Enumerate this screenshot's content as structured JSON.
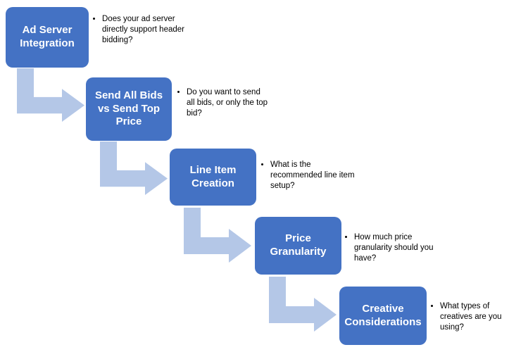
{
  "diagram": {
    "steps": [
      {
        "title": "Ad Server Integration",
        "note": "Does your ad server directly support header bidding?"
      },
      {
        "title": "Send All Bids vs Send Top Price",
        "note": "Do you want to send all bids, or only the top bid?"
      },
      {
        "title": "Line Item Creation",
        "note": "What is the recommended line item setup?"
      },
      {
        "title": "Price Granularity",
        "note": "How much price granularity should you have?"
      },
      {
        "title": "Creative Considerations",
        "note": "What types of creatives are you using?"
      }
    ],
    "colors": {
      "box_fill": "#4472c4",
      "box_text": "#ffffff",
      "arrow": "#b4c7e7",
      "note_text": "#000000",
      "background": "#ffffff"
    }
  }
}
